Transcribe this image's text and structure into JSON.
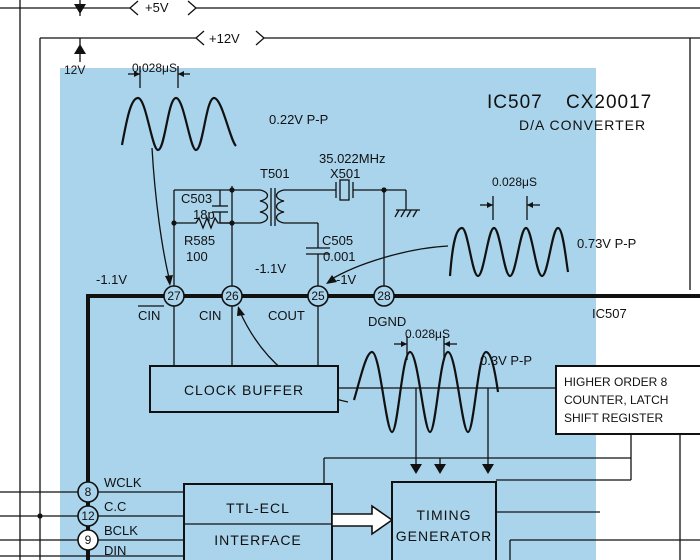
{
  "rails": {
    "plus5v": "+5V",
    "plus12v": "+12V",
    "left12v": "12V"
  },
  "ic": {
    "ref": "IC507",
    "part": "CX20017",
    "desc": "D/A CONVERTER",
    "right_ref": "IC507"
  },
  "crystal": {
    "freq": "35.022MHz",
    "ref": "X501"
  },
  "components": {
    "t501": "T501",
    "c503": "C503",
    "c503_val": "18p",
    "r585": "R585",
    "r585_val": "100",
    "c505": "C505",
    "c505_val": "0.001"
  },
  "waveforms": {
    "w1_period": "0.028μS",
    "w1_amp": "0.22V P-P",
    "w2_period": "0.028μS",
    "w2_amp": "0.73V P-P",
    "w3_period": "0.028μS",
    "w3_amp": "0.3V P-P"
  },
  "voltages": {
    "v27": "-1.1V",
    "v26": "-1.1V",
    "v25": "-1V"
  },
  "pins": [
    {
      "num": "27",
      "label": "CIN"
    },
    {
      "num": "26",
      "label": "CIN"
    },
    {
      "num": "25",
      "label": "COUT"
    },
    {
      "num": "28",
      "label": "DGND"
    }
  ],
  "left_pins": [
    {
      "num": "8",
      "label": "WCLK"
    },
    {
      "num": "12",
      "label": "C.C"
    },
    {
      "num": "9",
      "label": "BCLK"
    },
    {
      "num": "",
      "label": "DIN"
    }
  ],
  "blocks": {
    "clock_buffer": "CLOCK BUFFER",
    "ttl_ecl": "TTL-ECL",
    "interface": "INTERFACE",
    "timing": "TIMING",
    "generator": "GENERATOR",
    "hi_line1": "HIGHER ORDER 8",
    "hi_line2": "COUNTER, LATCH",
    "hi_line3": "SHIFT REGISTER"
  }
}
